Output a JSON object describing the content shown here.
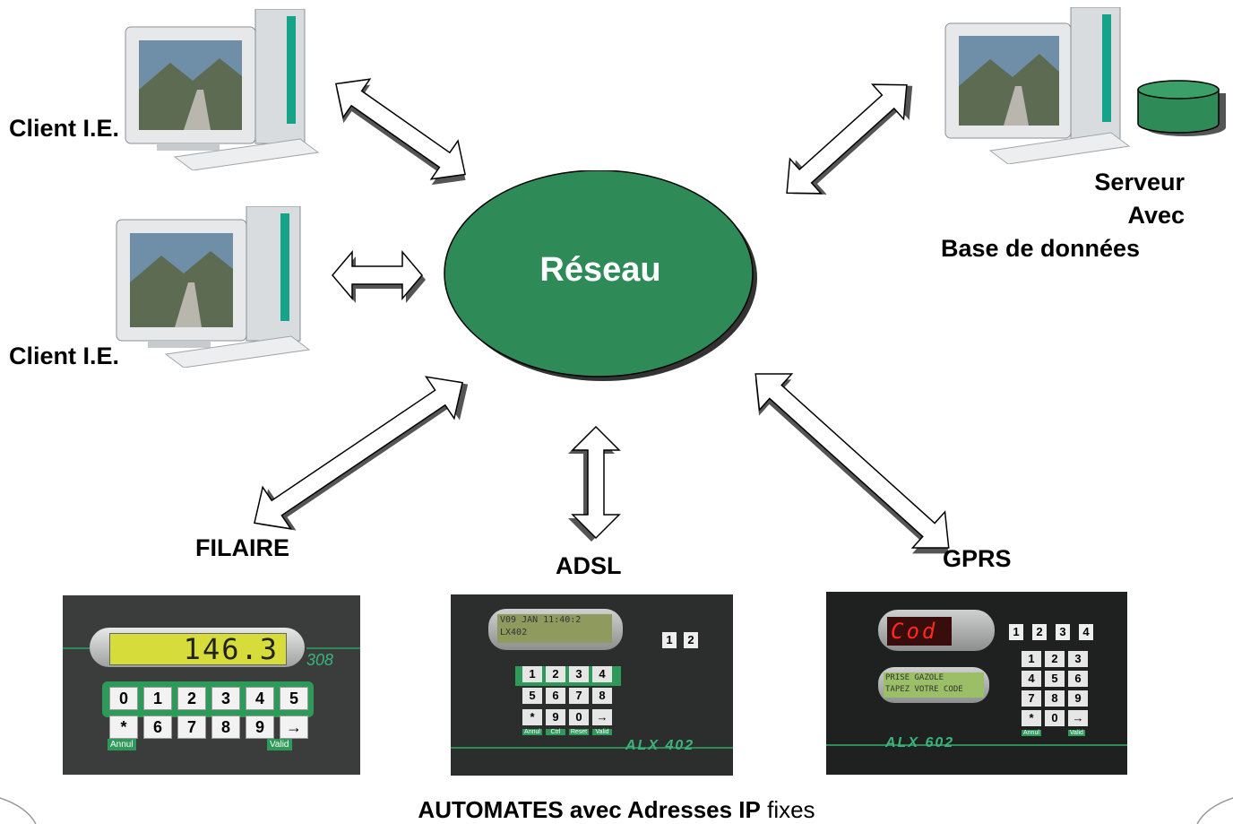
{
  "network": {
    "label": "Réseau",
    "color": "#2e8b57"
  },
  "clients": [
    {
      "label": "Client I.E."
    },
    {
      "label": "Client I.E."
    }
  ],
  "server": {
    "line1": "Serveur",
    "line2": "Avec",
    "line3": "Base de données"
  },
  "links": {
    "filaire": "FILAIRE",
    "adsl": "ADSL",
    "gprs": "GPRS"
  },
  "devices": {
    "d308": {
      "display": "146.3",
      "model": "308",
      "keys_row1": [
        "0",
        "1",
        "2",
        "3",
        "4",
        "5"
      ],
      "keys_row2": [
        "*",
        "6",
        "7",
        "8",
        "9",
        "→"
      ],
      "btn_left": "Annul",
      "btn_right": "Valid"
    },
    "alx402": {
      "display_line1": "V09 JAN 11:40:2",
      "display_line2": "LX402",
      "model": "ALX 402",
      "keys_row1": [
        "1",
        "2",
        "3",
        "4"
      ],
      "keys_row2": [
        "5",
        "6",
        "7",
        "8"
      ],
      "keys_row3": [
        "*",
        "9",
        "0",
        "→"
      ],
      "btn_labels": [
        "Annul",
        "Ctrl",
        "Reset",
        "Valid"
      ],
      "side_keys": [
        "1",
        "2"
      ]
    },
    "alx602": {
      "led": "Cod",
      "display_line1": "PRISE  GAZOLE",
      "display_line2": "TAPEZ VOTRE CODE",
      "model": "ALX 602",
      "keys_row1": [
        "1",
        "2",
        "3"
      ],
      "keys_row2": [
        "4",
        "5",
        "6"
      ],
      "keys_row3": [
        "7",
        "8",
        "9"
      ],
      "keys_row4": [
        "*",
        "0",
        "→"
      ],
      "btn_labels": [
        "Annul",
        "Valid"
      ],
      "top_keys": [
        "1",
        "2",
        "3",
        "4"
      ]
    }
  },
  "footer": {
    "bold": "AUTOMATES avec Adresses IP",
    "normal": " fixes"
  }
}
